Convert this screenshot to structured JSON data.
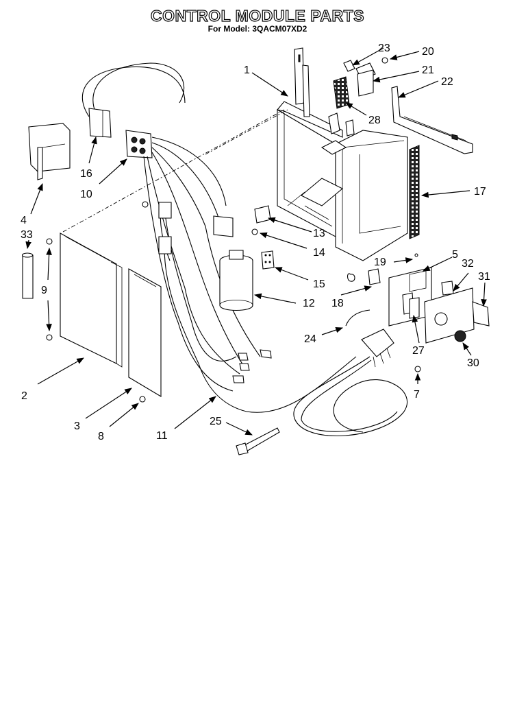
{
  "header": {
    "title": "CONTROL MODULE PARTS",
    "subtitle": "For Model: 3QACM07XD2"
  },
  "callouts": [
    {
      "id": "c1",
      "label": "1"
    },
    {
      "id": "c2",
      "label": "2"
    },
    {
      "id": "c3",
      "label": "3"
    },
    {
      "id": "c4",
      "label": "4"
    },
    {
      "id": "c5",
      "label": "5"
    },
    {
      "id": "c7",
      "label": "7"
    },
    {
      "id": "c8",
      "label": "8"
    },
    {
      "id": "c9",
      "label": "9"
    },
    {
      "id": "c10",
      "label": "10"
    },
    {
      "id": "c11",
      "label": "11"
    },
    {
      "id": "c12",
      "label": "12"
    },
    {
      "id": "c13",
      "label": "13"
    },
    {
      "id": "c14",
      "label": "14"
    },
    {
      "id": "c15",
      "label": "15"
    },
    {
      "id": "c16",
      "label": "16"
    },
    {
      "id": "c17",
      "label": "17"
    },
    {
      "id": "c18",
      "label": "18"
    },
    {
      "id": "c19",
      "label": "19"
    },
    {
      "id": "c20",
      "label": "20"
    },
    {
      "id": "c21",
      "label": "21"
    },
    {
      "id": "c22",
      "label": "22"
    },
    {
      "id": "c23",
      "label": "23"
    },
    {
      "id": "c24",
      "label": "24"
    },
    {
      "id": "c25",
      "label": "25"
    },
    {
      "id": "c27",
      "label": "27"
    },
    {
      "id": "c28",
      "label": "28"
    },
    {
      "id": "c30",
      "label": "30"
    },
    {
      "id": "c31",
      "label": "31"
    },
    {
      "id": "c32",
      "label": "32"
    },
    {
      "id": "c33",
      "label": "33"
    }
  ]
}
